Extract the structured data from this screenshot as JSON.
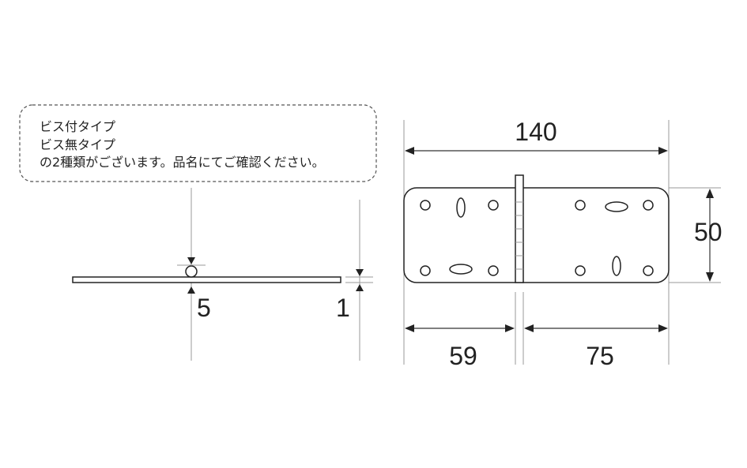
{
  "note": {
    "lines": [
      "ビス付タイプ",
      "ビス無タイプ",
      "の2種類がございます。品名にてご確認ください。"
    ]
  },
  "side_view": {
    "pin_diameter": "5",
    "thickness": "1"
  },
  "front_view": {
    "total_width": "140",
    "height": "50",
    "left_leaf": "59",
    "right_leaf": "75"
  }
}
